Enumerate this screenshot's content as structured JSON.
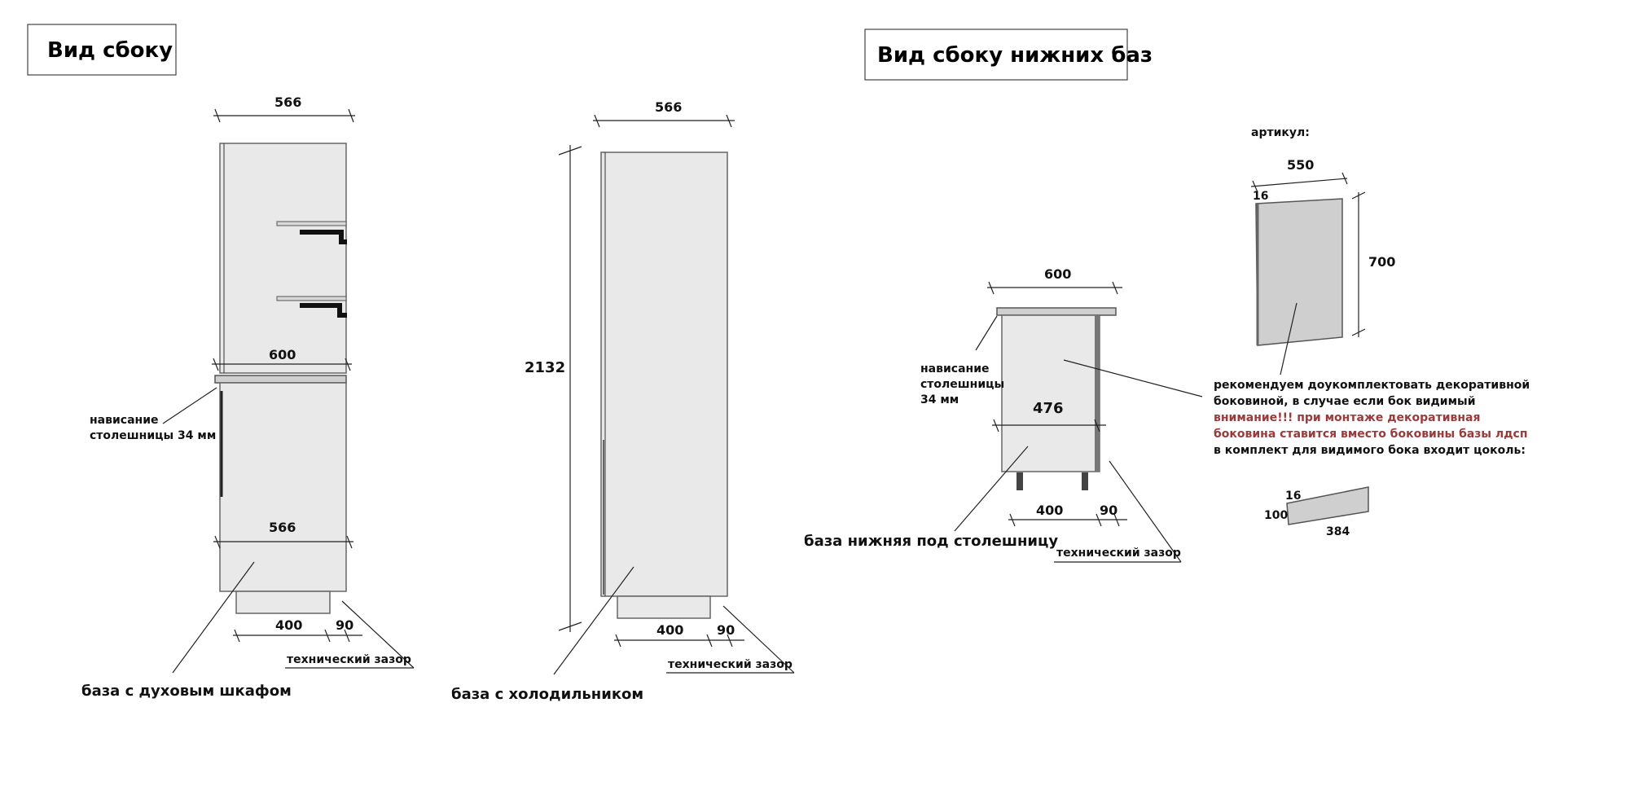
{
  "titles": {
    "side_view": "Вид сбоку",
    "side_view_lower": "Вид сбоку  нижних баз"
  },
  "oven_base": {
    "top_width": "566",
    "countertop_width": "600",
    "bottom_width": "566",
    "plinth_depth": "400",
    "gap": "90",
    "overhang_line1": "нависание",
    "overhang_line2": "столешницы 34 мм",
    "tech_gap": "технический зазор",
    "caption": "база с духовым шкафом"
  },
  "fridge_base": {
    "top_width": "566",
    "height": "2132",
    "plinth_depth": "400",
    "gap": "90",
    "tech_gap": "технический зазор",
    "caption": "база с холодильником"
  },
  "lower_base": {
    "countertop_width": "600",
    "body_width": "476",
    "plinth_depth": "400",
    "gap": "90",
    "overhang_line1": "нависание",
    "overhang_line2": "столешницы",
    "overhang_line3": "34 мм",
    "tech_gap": "технический зазор",
    "caption": "база нижняя под столешницу"
  },
  "decor_panel": {
    "article_label": "артикул:",
    "width": "550",
    "thickness": "16",
    "height": "700"
  },
  "recommendation": {
    "line1": "рекомендуем доукомплектовать декоративной",
    "line2": "боковиной, в случае если бок видимый",
    "warn1": "внимание!!! при монтаже декоративная",
    "warn2": "боковина ставится вместо боковины базы лдсп",
    "line3": "в комплект для видимого бока входит цоколь:"
  },
  "plinth_piece": {
    "thickness": "16",
    "height": "100",
    "length": "384"
  },
  "colors": {
    "warning_text": "#9b3a3a"
  }
}
